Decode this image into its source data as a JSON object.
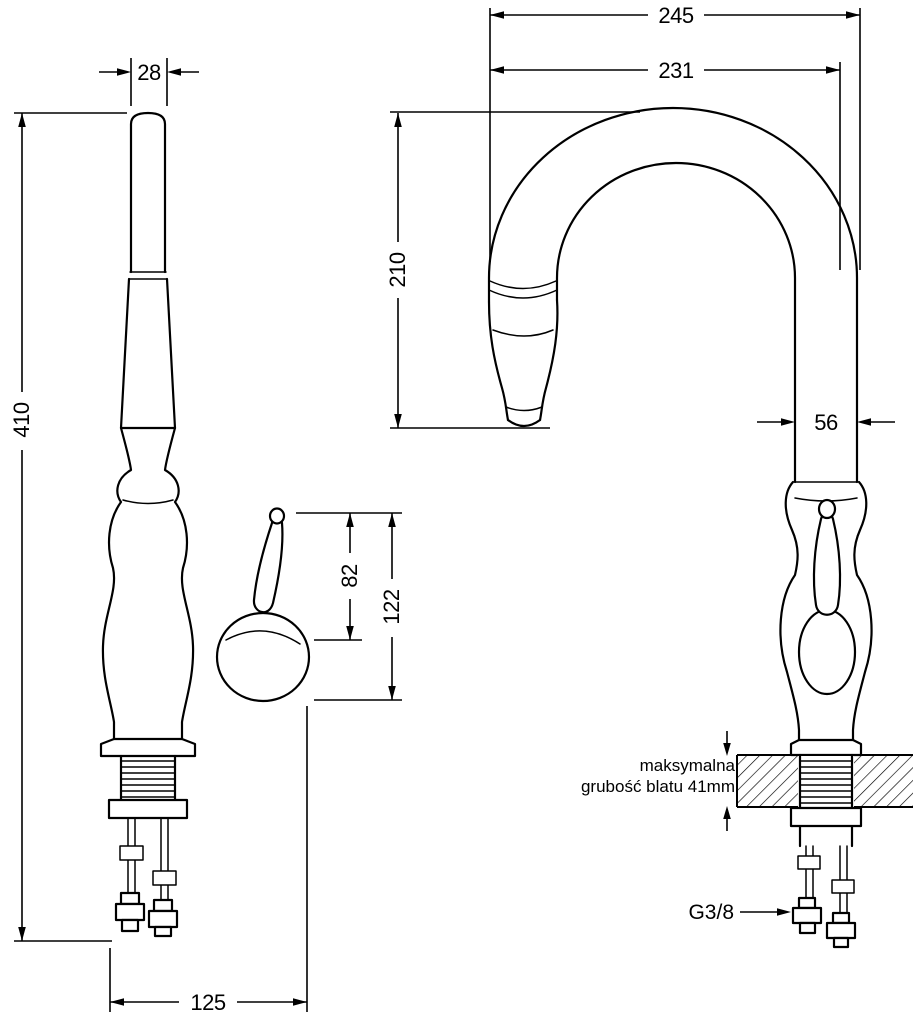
{
  "colors": {
    "line": "#000000",
    "background": "#ffffff"
  },
  "side_view": {
    "dim_spout_top_width": "28",
    "dim_total_height": "410",
    "dim_handle_height": "82",
    "dim_head_height": "122",
    "dim_base_depth": "125"
  },
  "front_view": {
    "dim_total_width": "245",
    "dim_spout_reach": "231",
    "dim_spout_height": "210",
    "dim_body_width": "56",
    "counter_note_line1": "maksymalna",
    "counter_note_line2": "grubość blatu 41mm",
    "thread_size": "G3/8"
  }
}
